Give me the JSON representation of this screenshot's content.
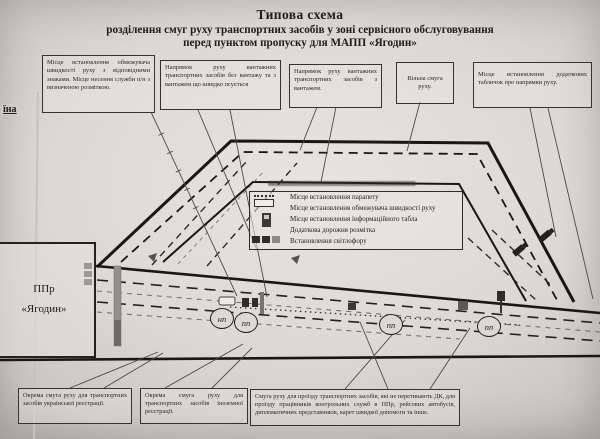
{
  "document": {
    "title_line1": "Типова схема",
    "title_line2": "розділення смуг руху транспортних засобів у зоні сервісного обслуговування",
    "title_line3": "перед пунктом пропуску для МАПП «Ягодин»",
    "edge_fragment": "їна"
  },
  "top_callouts": [
    {
      "text": "Місце встановлення обмежувача швидкості руху з відповідними знаками. Місце несення служби п/н з визначеною розміткою."
    },
    {
      "text": "Напрямок руху вантажних транспортних засобів без вантажу та з вантажем що швидко псується"
    },
    {
      "text": "Напрямок руху вантажних транспортних засобів з вантажем."
    },
    {
      "text": "Вільна смуга руху."
    },
    {
      "text": "Місце встановлення додаткових табличок про напрямки руху."
    }
  ],
  "legend": {
    "items": [
      {
        "icon": "parapet-icon",
        "label": "Місце встановлення парапету"
      },
      {
        "icon": "",
        "label": "Місце встановлення обмежувача швидкості руху"
      },
      {
        "icon": "info-board-icon",
        "label": "Місце встановлення інформаційного табла"
      },
      {
        "icon": "",
        "label": "Додаткова дорожня розмітка"
      },
      {
        "icon": "traffic-light-icon",
        "label": "Встановлення світлофору"
      }
    ]
  },
  "checkpoint_box": {
    "line1": "ППр",
    "line2": "«Ягодин»"
  },
  "road_markers": [
    {
      "label": "нп"
    },
    {
      "label": "пп"
    },
    {
      "label": "пп"
    },
    {
      "label": "пп"
    }
  ],
  "bottom_callouts": [
    {
      "text": "Окрема смуга руху для транспортних засобів української реєстрації."
    },
    {
      "text": "Окрема смуга руху для транспортних засобів іноземної реєстрації."
    },
    {
      "text": "Смуга руху для проїзду транспортних засобів, які не перетинають ДК, для проїзду працівників контрольних служб в ППр, рейсових автобусів, дипломатичних представників, карет швидкої допомоги та інше."
    }
  ],
  "colors": {
    "paper": "#dcd9d3",
    "ink": "#1d1d1d",
    "leader": "#4a4a46"
  }
}
